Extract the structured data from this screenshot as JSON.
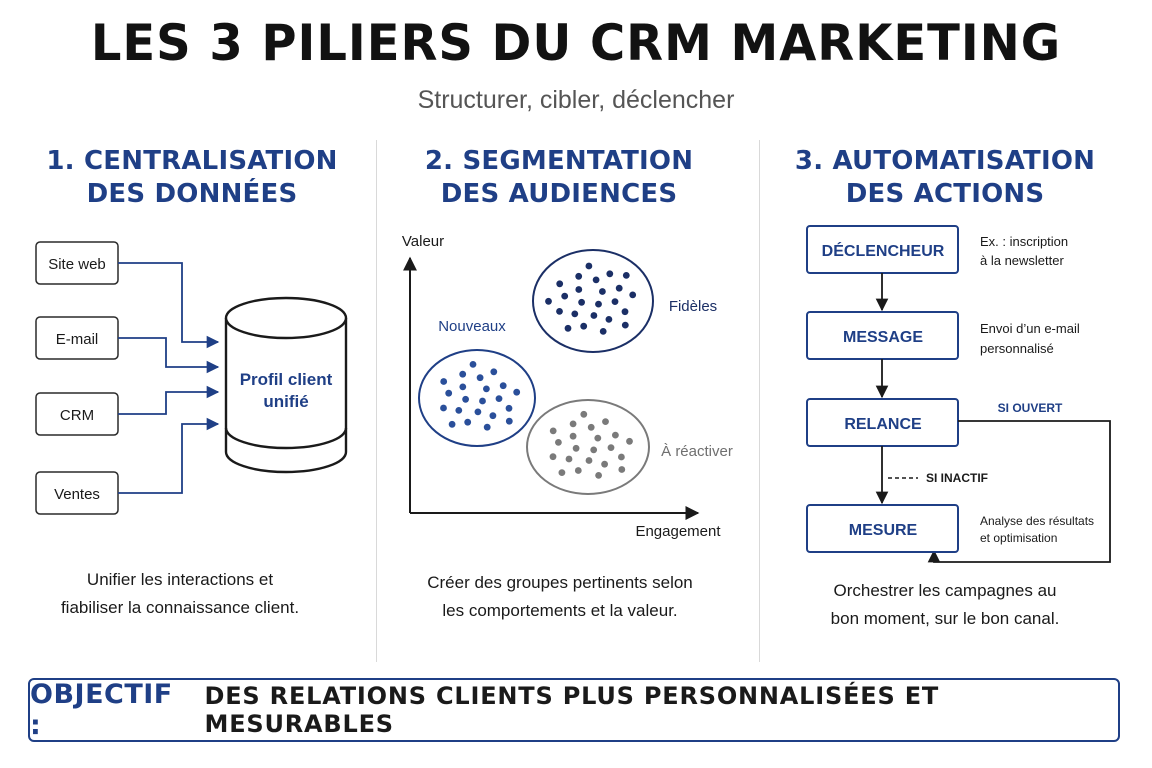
{
  "header": {
    "title": "LES 3 PILIERS DU CRM MARKETING",
    "subtitle": "Structurer, cibler, déclencher"
  },
  "colors": {
    "navy": "#1f3f86",
    "dot_blue": "#2a4f9a",
    "dot_navy": "#1b2f66",
    "dot_gray": "#7a7a7a",
    "text": "#1a1a1a"
  },
  "pillar1": {
    "title_line1": "1. CENTRALISATION",
    "title_line2": "DES DONNÉES",
    "sources": [
      "Site web",
      "E-mail",
      "CRM",
      "Ventes"
    ],
    "database_icon": "database-cylinder-icon",
    "database_label_line1": "Profil client",
    "database_label_line2": "unifié",
    "desc_line1": "Unifier les interactions et",
    "desc_line2": "fiabiliser la connaissance client."
  },
  "pillar2": {
    "title_line1": "2. SEGMENTATION",
    "title_line2": "DES AUDIENCES",
    "y_axis_label": "Valeur",
    "x_axis_label": "Engagement",
    "clusters": [
      {
        "label": "Nouveaux",
        "engagement": 0.19,
        "value": 0.52,
        "points": 22,
        "color": "#2a4f9a"
      },
      {
        "label": "Fidèles",
        "engagement": 0.52,
        "value": 0.85,
        "points": 24,
        "color": "#1b2f66"
      },
      {
        "label": "À réactiver",
        "engagement": 0.47,
        "value": 0.24,
        "points": 22,
        "color": "#7a7a7a"
      }
    ],
    "desc_line1": "Créer des groupes pertinents selon",
    "desc_line2": "les comportements et la valeur."
  },
  "pillar3": {
    "title_line1": "3. AUTOMATISATION",
    "title_line2": "DES ACTIONS",
    "steps": [
      {
        "label": "DÉCLENCHEUR",
        "note_line1": "Ex. : inscription",
        "note_line2": "à la newsletter"
      },
      {
        "label": "MESSAGE",
        "note_line1": "Envoi d’un e-mail",
        "note_line2": "personnalisé"
      },
      {
        "label": "RELANCE",
        "note_line1": "",
        "note_line2": ""
      },
      {
        "label": "MESURE",
        "note_line1": "Analyse des résultats",
        "note_line2": "et optimisation"
      }
    ],
    "branch_opened": "SI OUVERT",
    "branch_inactive": "SI INACTIF",
    "desc_line1": "Orchestrer les campagnes au",
    "desc_line2": "bon moment, sur le bon canal."
  },
  "objective": {
    "label": "OBJECTIF :",
    "text": "DES RELATIONS CLIENTS PLUS PERSONNALISÉES ET MESURABLES"
  }
}
